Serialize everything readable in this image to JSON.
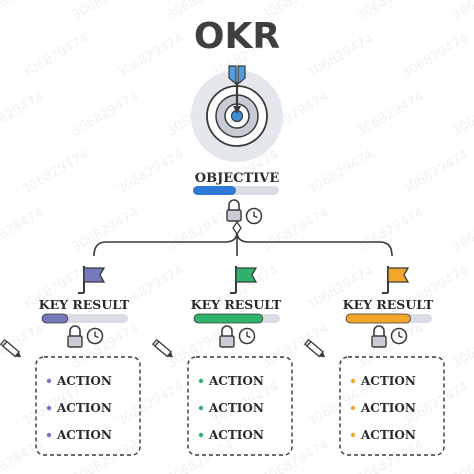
{
  "title": "OKR",
  "objective": {
    "label": "OBJECTIVE",
    "progress": 0.5,
    "bar_color": "#2f7ad6"
  },
  "colors": {
    "line": "#3a3a3a",
    "track": "#d9dde3",
    "target_ring_light": "#dadde2",
    "target_ring_mid": "#bfc4ca",
    "target_center": "#3f8fd6",
    "arrow_fletching": "#4f9fe0"
  },
  "key_results": [
    {
      "label": "KEY RESULT",
      "color": "#7479b9",
      "progress": 0.3,
      "actions": [
        "ACTION",
        "ACTION",
        "ACTION"
      ]
    },
    {
      "label": "KEY RESULT",
      "color": "#2fb36c",
      "progress": 0.8,
      "actions": [
        "ACTION",
        "ACTION",
        "ACTION"
      ]
    },
    {
      "label": "KEY RESULT",
      "color": "#f3a62c",
      "progress": 0.75,
      "actions": [
        "ACTION",
        "ACTION",
        "ACTION"
      ]
    }
  ],
  "icons": [
    "target-icon",
    "arrow-icon",
    "lock-icon",
    "clock-icon",
    "flag-icon",
    "pencil-icon"
  ]
}
